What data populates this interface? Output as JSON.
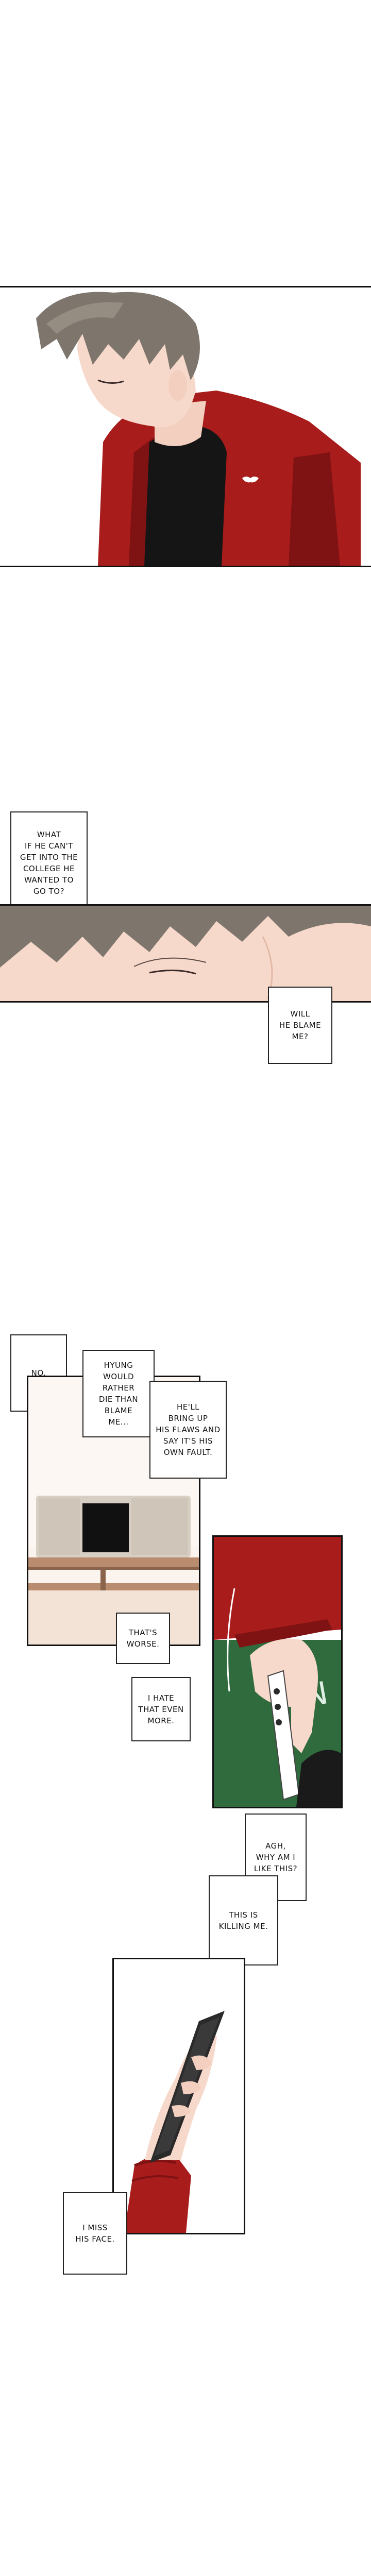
{
  "bubbles": {
    "b1": "WHAT\nIF HE CAN'T\nGET INTO THE\nCOLLEGE HE\nWANTED TO\nGO TO?",
    "b2": "WILL\nHE BLAME\nME?",
    "b3": "NO.",
    "b4": "HYUNG\nWOULD RATHER\nDIE THAN BLAME\nME...",
    "b5": "HE'LL\nBRING UP\nHIS FLAWS AND\nSAY IT'S HIS\nOWN FAULT.",
    "b6": "THAT'S\nWORSE.",
    "b7": "I HATE\nTHAT EVEN\nMORE.",
    "b8": "AGH,\nWHY AM I\nLIKE THIS?",
    "b9": "THIS IS\nKILLING ME.",
    "b10": "I MISS\nHIS FACE."
  },
  "colors": {
    "hair": "#7e766c",
    "hoodie_red": "#a81c1c",
    "skin": "#f7d9cb",
    "shirt_black": "#151515",
    "jersey_green": "#2f6b3c",
    "phone": "#2a2a2a"
  }
}
